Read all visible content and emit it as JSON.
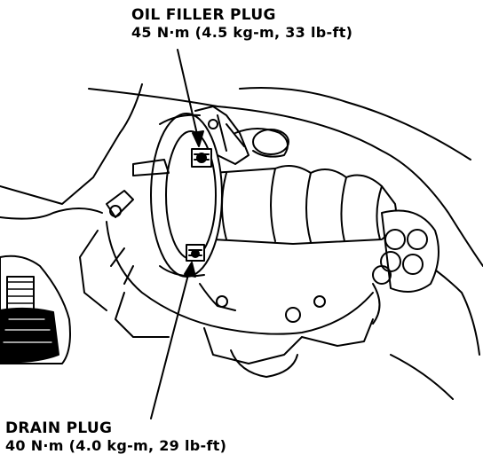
{
  "oil_filler_plug": {
    "title": "OIL FILLER PLUG",
    "torque": "45 N·m (4.5 kg-m, 33 lb-ft)"
  },
  "drain_plug": {
    "title": "DRAIN PLUG",
    "torque": "40 N·m (4.0 kg-m, 29 lb-ft)"
  },
  "colors": {
    "ink": "#000000",
    "paper": "#ffffff"
  }
}
